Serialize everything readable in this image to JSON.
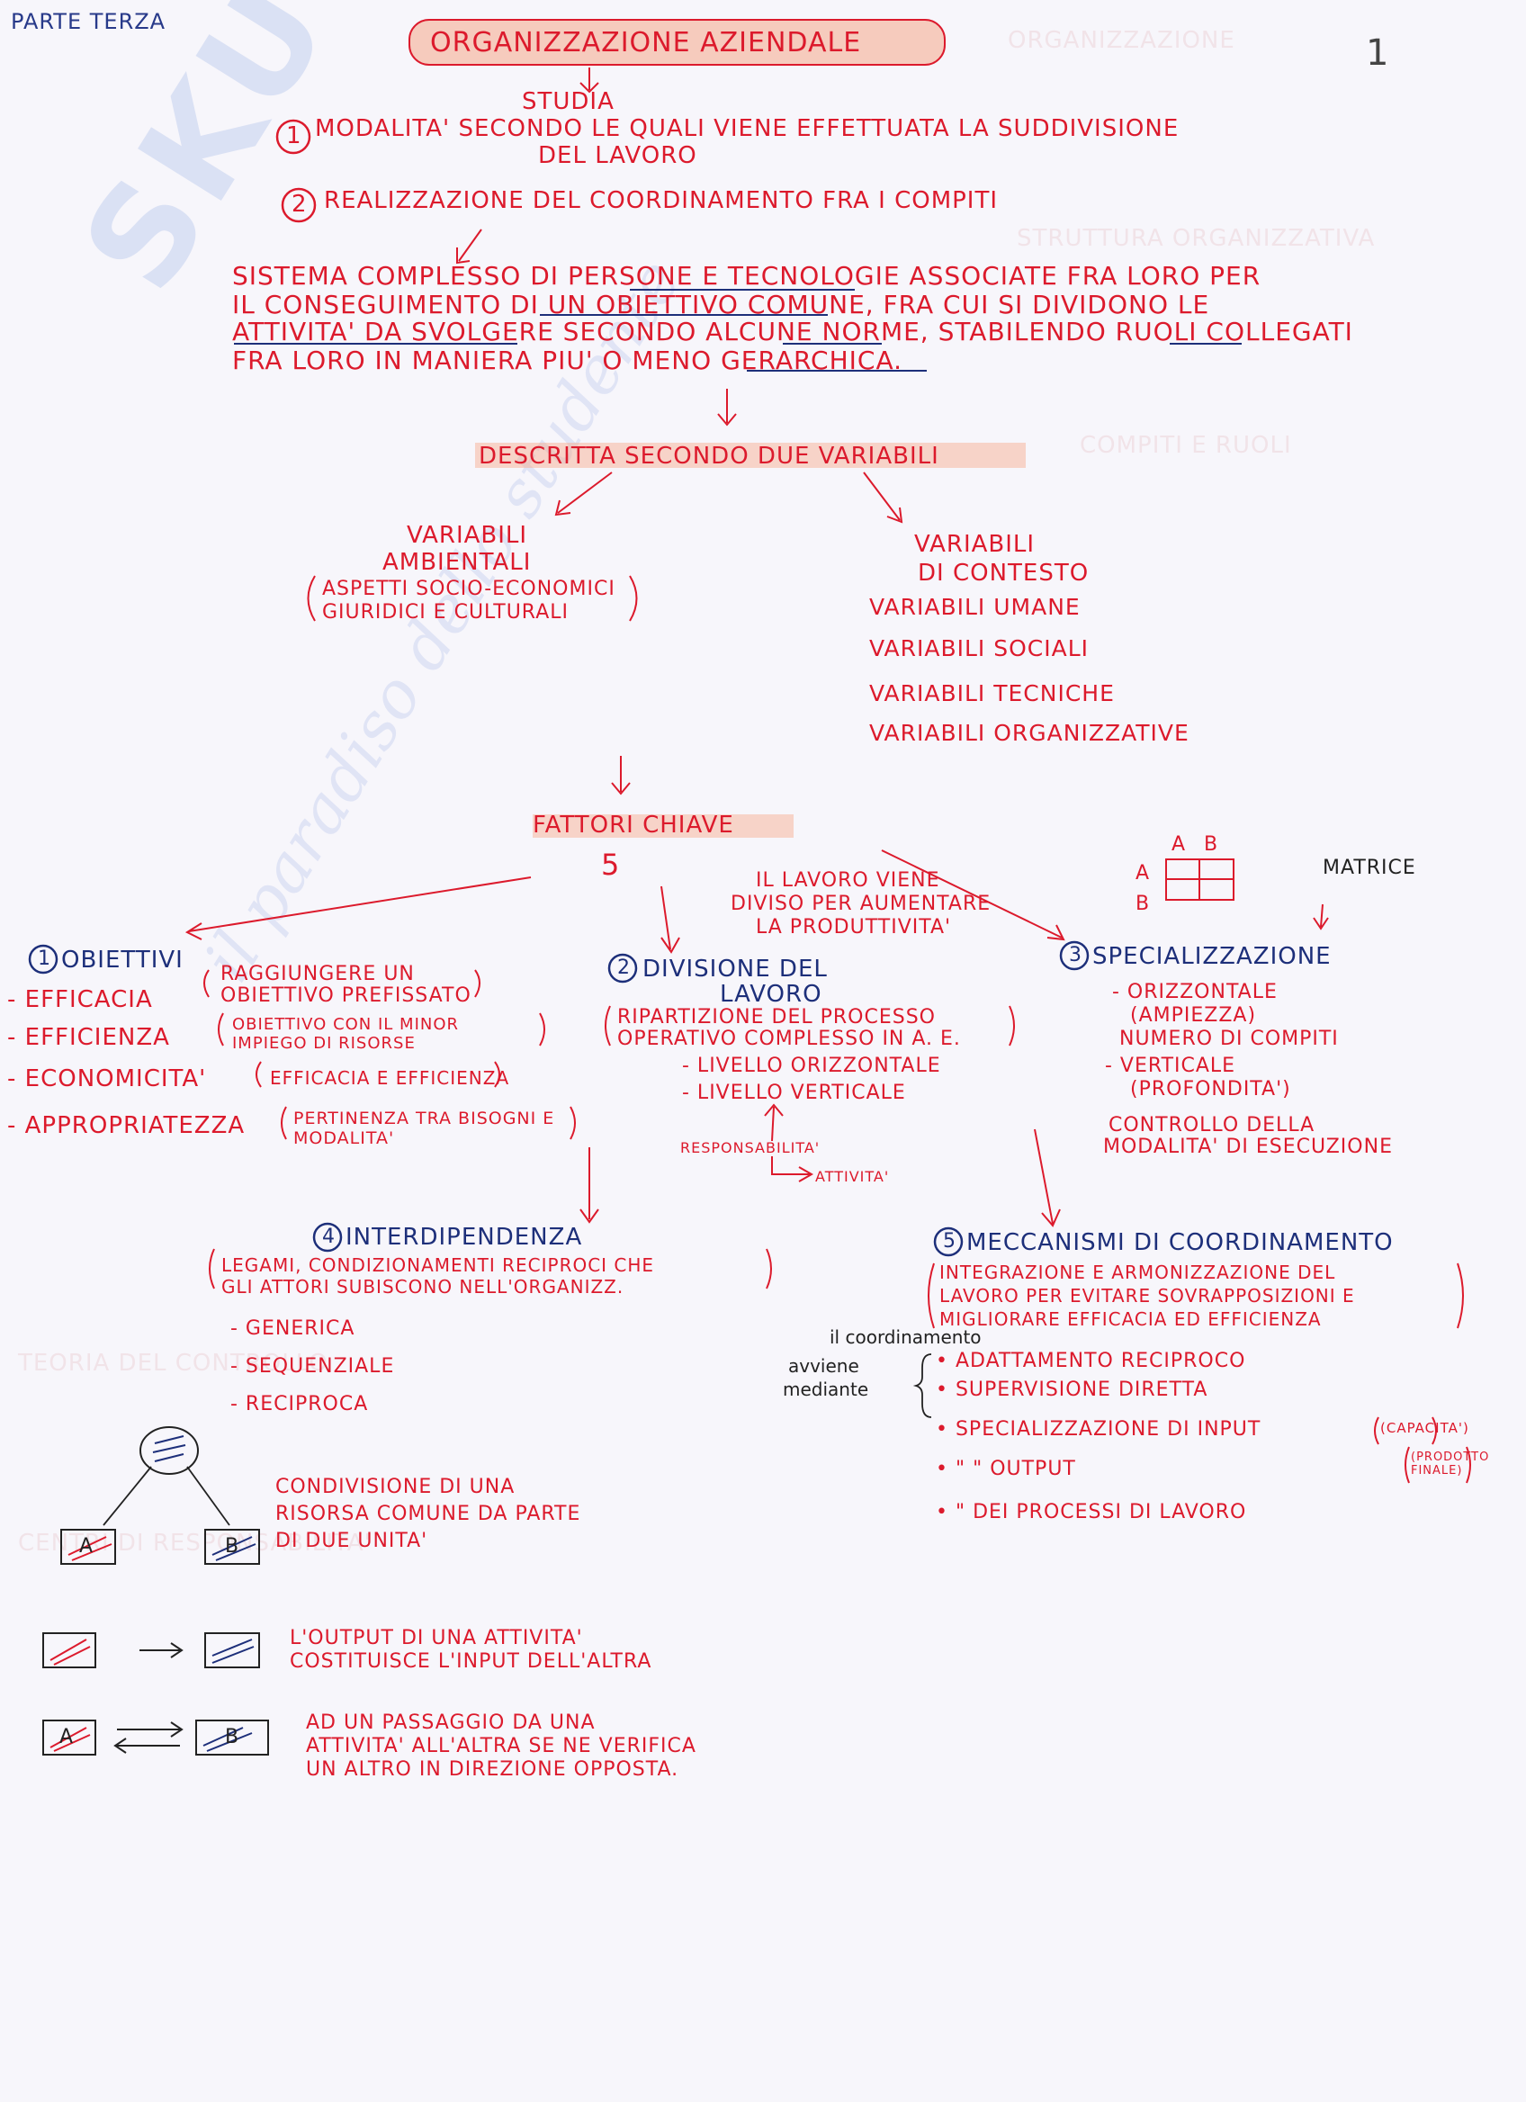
{
  "header": {
    "part_label": "PARTE TERZA",
    "title": "ORGANIZZAZIONE AZIENDALE",
    "page_number": "1"
  },
  "intro": {
    "studia": "STUDIA",
    "point1_num": "1",
    "point1_line1": "MODALITA' SECONDO LE QUALI VIENE EFFETTUATA LA SUDDIVISIONE",
    "point1_line2": "DEL LAVORO",
    "point2_num": "2",
    "point2": "REALIZZAZIONE DEL COORDINAMENTO FRA I COMPITI"
  },
  "definition": {
    "line1": "SISTEMA COMPLESSO DI PERSONE E TECNOLOGIE ASSOCIATE FRA LORO PER",
    "line2": "IL CONSEGUIMENTO DI UN OBIETTIVO COMUNE, FRA CUI SI DIVIDONO LE",
    "line3": "ATTIVITA' DA SVOLGERE SECONDO ALCUNE NORME, STABILENDO RUOLI COLLEGATI",
    "line4": "FRA LORO IN MANIERA PIU' O MENO GERARCHICA."
  },
  "variables": {
    "heading": "DESCRITTA SECONDO DUE VARIABILI",
    "env_title_1": "VARIABILI",
    "env_title_2": "AMBIENTALI",
    "env_desc_1": "ASPETTI SOCIO-ECONOMICI",
    "env_desc_2": "GIURIDICI E CULTURALI",
    "ctx_title_1": "VARIABILI",
    "ctx_title_2": "DI CONTESTO",
    "ctx_items": [
      "VARIABILI UMANE",
      "VARIABILI SOCIALI",
      "VARIABILI TECNICHE",
      "VARIABILI ORGANIZZATIVE"
    ]
  },
  "key_factors": {
    "heading": "FATTORI CHIAVE",
    "count": "5",
    "note_1": "IL LAVORO VIENE",
    "note_2": "DIVISO PER AUMENTARE",
    "note_3": "LA PRODUTTIVITA'",
    "matrix_label": "MATRICE",
    "matrix_a": "A",
    "matrix_b": "B"
  },
  "factor1": {
    "num": "1",
    "title": "OBIETTIVI",
    "desc_1": "RAGGIUNGERE UN",
    "desc_2": "OBIETTIVO PREFISSATO",
    "items": [
      {
        "name": "- EFFICACIA",
        "note": ""
      },
      {
        "name": "- EFFICIENZA",
        "note": "OBIETTIVO CON IL MINOR IMPIEGO DI RISORSE"
      },
      {
        "name": "- ECONOMICITA'",
        "note": "EFFICACIA E EFFICIENZA"
      },
      {
        "name": "- APPROPRIATEZZA",
        "note": "PERTINENZA TRA BISOGNI E MODALITA'"
      }
    ]
  },
  "factor2": {
    "num": "2",
    "title_1": "DIVISIONE DEL",
    "title_2": "LAVORO",
    "desc_1": "RIPARTIZIONE DEL PROCESSO",
    "desc_2": "OPERATIVO COMPLESSO IN A. E.",
    "levels": [
      "- LIVELLO ORIZZONTALE",
      "- LIVELLO VERTICALE"
    ],
    "resp": "RESPONSABILITA'",
    "activity": "ATTIVITA'"
  },
  "factor3": {
    "num": "3",
    "title": "SPECIALIZZAZIONE",
    "horiz": "- ORIZZONTALE",
    "horiz_note": "(AMPIEZZA)",
    "horiz_desc": "NUMERO DI COMPITI",
    "vert": "- VERTICALE",
    "vert_note": "(PROFONDITA')",
    "vert_desc_1": "CONTROLLO DELLA",
    "vert_desc_2": "MODALITA' DI ESECUZIONE"
  },
  "factor4": {
    "num": "4",
    "title": "INTERDIPENDENZA",
    "desc_1": "LEGAMI, CONDIZIONAMENTI RECIPROCI CHE",
    "desc_2": "GLI ATTORI SUBISCONO NELL'ORGANIZZ.",
    "types": [
      "- GENERICA",
      "- SEQUENZIALE",
      "- RECIPROCA"
    ],
    "gen_desc_1": "CONDIVISIONE DI UNA",
    "gen_desc_2": "RISORSA COMUNE DA PARTE",
    "gen_desc_3": "DI DUE UNITA'",
    "seq_desc_1": "L'OUTPUT DI UNA ATTIVITA'",
    "seq_desc_2": "COSTITUISCE L'INPUT DELL'ALTRA",
    "rec_desc_1": "AD UN PASSAGGIO DA UNA",
    "rec_desc_2": "ATTIVITA' ALL'ALTRA SE NE VERIFICA",
    "rec_desc_3": "UN ALTRO IN DIREZIONE OPPOSTA.",
    "box_a": "A",
    "box_b": "B"
  },
  "factor5": {
    "num": "5",
    "title": "MECCANISMI DI COORDINAMENTO",
    "desc_1": "INTEGRAZIONE E ARMONIZZAZIONE DEL",
    "desc_2": "LAVORO PER EVITARE SOVRAPPOSIZIONI E",
    "desc_3": "MIGLIORARE EFFICACIA ED EFFICIENZA",
    "side_1": "il coordinamento",
    "side_2": "avviene",
    "side_3": "mediante",
    "items": [
      {
        "text": "• ADATTAMENTO RECIPROCO",
        "note": ""
      },
      {
        "text": "• SUPERVISIONE DIRETTA",
        "note": ""
      },
      {
        "text": "• SPECIALIZZAZIONE DI INPUT",
        "note": "(CAPACITA')"
      },
      {
        "text": "•     \"            \"     OUTPUT",
        "note": "(PRODOTTO FINALE)"
      },
      {
        "text": "•     \"     DEI PROCESSI DI LAVORO",
        "note": ""
      }
    ]
  },
  "watermark": {
    "brand": "SKUOLA.NET",
    "tagline": "il paradiso dello studente"
  },
  "colors": {
    "ink_red": "#dc1a2c",
    "ink_blue": "#1d2f7a",
    "highlight": "#f6a88a",
    "paper": "#f7f6fb"
  }
}
